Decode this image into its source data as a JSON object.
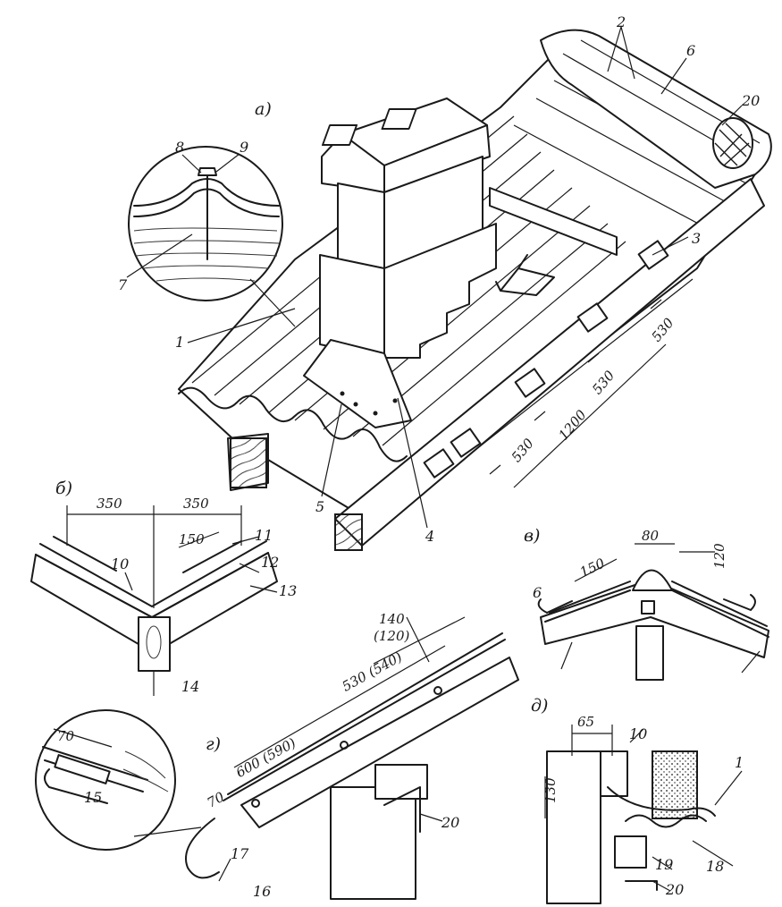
{
  "sections": {
    "a": "а)",
    "b": "б)",
    "v": "в)",
    "g": "г)",
    "d": "д)"
  },
  "callouts": {
    "c1": "1",
    "c2": "2",
    "c3": "3",
    "c4": "4",
    "c5": "5",
    "c6": "6",
    "c6v": "6",
    "c7": "7",
    "c8": "8",
    "c9": "9",
    "c10b": "10",
    "c10d": "10",
    "c11": "11",
    "c12": "12",
    "c13": "13",
    "c14": "14",
    "c15": "15",
    "c16": "16",
    "c17": "17",
    "c18": "18",
    "c19": "19",
    "c20a": "20",
    "c20g": "20",
    "c20d": "20",
    "c1d": "1"
  },
  "dimensions": {
    "a_530_top": "530",
    "a_530_mid": "530",
    "a_530_low": "530",
    "a_1200": "1200",
    "b_350_left": "350",
    "b_350_right": "350",
    "b_150": "150",
    "v_80": "80",
    "v_120": "120",
    "v_150": "150",
    "g_140": "140",
    "g_120": "(120)",
    "g_530": "530 (540)",
    "g_600": "600 (590)",
    "g_70": "70",
    "g_70_detail": "70",
    "d_65": "65",
    "d_130": "130"
  }
}
